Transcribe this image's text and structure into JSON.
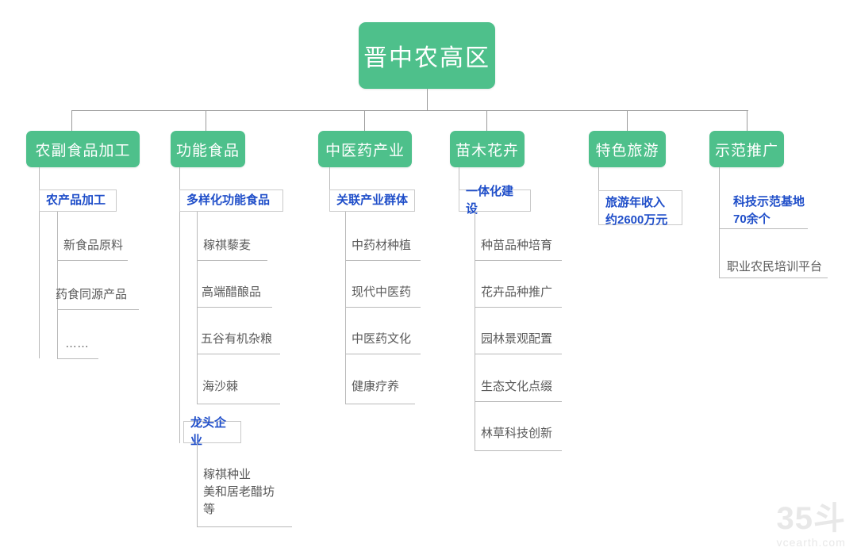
{
  "diagram": {
    "title": "晋中农高区产业结构图",
    "root": {
      "label": "晋中农高区"
    },
    "colors": {
      "node_green": "#4ec08b",
      "sub_text_blue": "#1f4ec9",
      "leaf_text_gray": "#5a5a5a",
      "connector_gray": "#9b9b9b",
      "background": "#ffffff",
      "watermark_gray": "#e8e8e8"
    },
    "branches": [
      {
        "label": "农副食品加工",
        "groups": [
          {
            "label": "农产品加工",
            "boxed": true,
            "items": [
              "新食品原料",
              "药食同源产品",
              "……"
            ]
          }
        ]
      },
      {
        "label": "功能食品",
        "groups": [
          {
            "label": "多样化功能食品",
            "boxed": true,
            "items": [
              "稼祺藜麦",
              "高端醋酿品",
              "五谷有机杂粮",
              "海沙棘"
            ]
          },
          {
            "label": "龙头企业",
            "boxed": true,
            "items": [
              "稼祺种业\n美和居老醋坊\n等"
            ]
          }
        ]
      },
      {
        "label": "中医药产业",
        "groups": [
          {
            "label": "关联产业群体",
            "boxed": true,
            "items": [
              "中药材种植",
              "现代中医药",
              "中医药文化",
              "健康疗养"
            ]
          }
        ]
      },
      {
        "label": "苗木花卉",
        "groups": [
          {
            "label": "一体化建设",
            "boxed": true,
            "items": [
              "种苗品种培育",
              "花卉品种推广",
              "园林景观配置",
              "生态文化点缀",
              "林草科技创新"
            ]
          }
        ]
      },
      {
        "label": "特色旅游",
        "groups": [
          {
            "label": "旅游年收入\n约2600万元",
            "boxed": true,
            "items": []
          }
        ]
      },
      {
        "label": "示范推广",
        "groups": [
          {
            "label": "科技示范基地\n70余个",
            "boxed": false,
            "items": [
              "职业农民培训平台"
            ]
          }
        ]
      }
    ]
  },
  "watermark": {
    "logo": "35斗",
    "url": "vcearth.com"
  }
}
